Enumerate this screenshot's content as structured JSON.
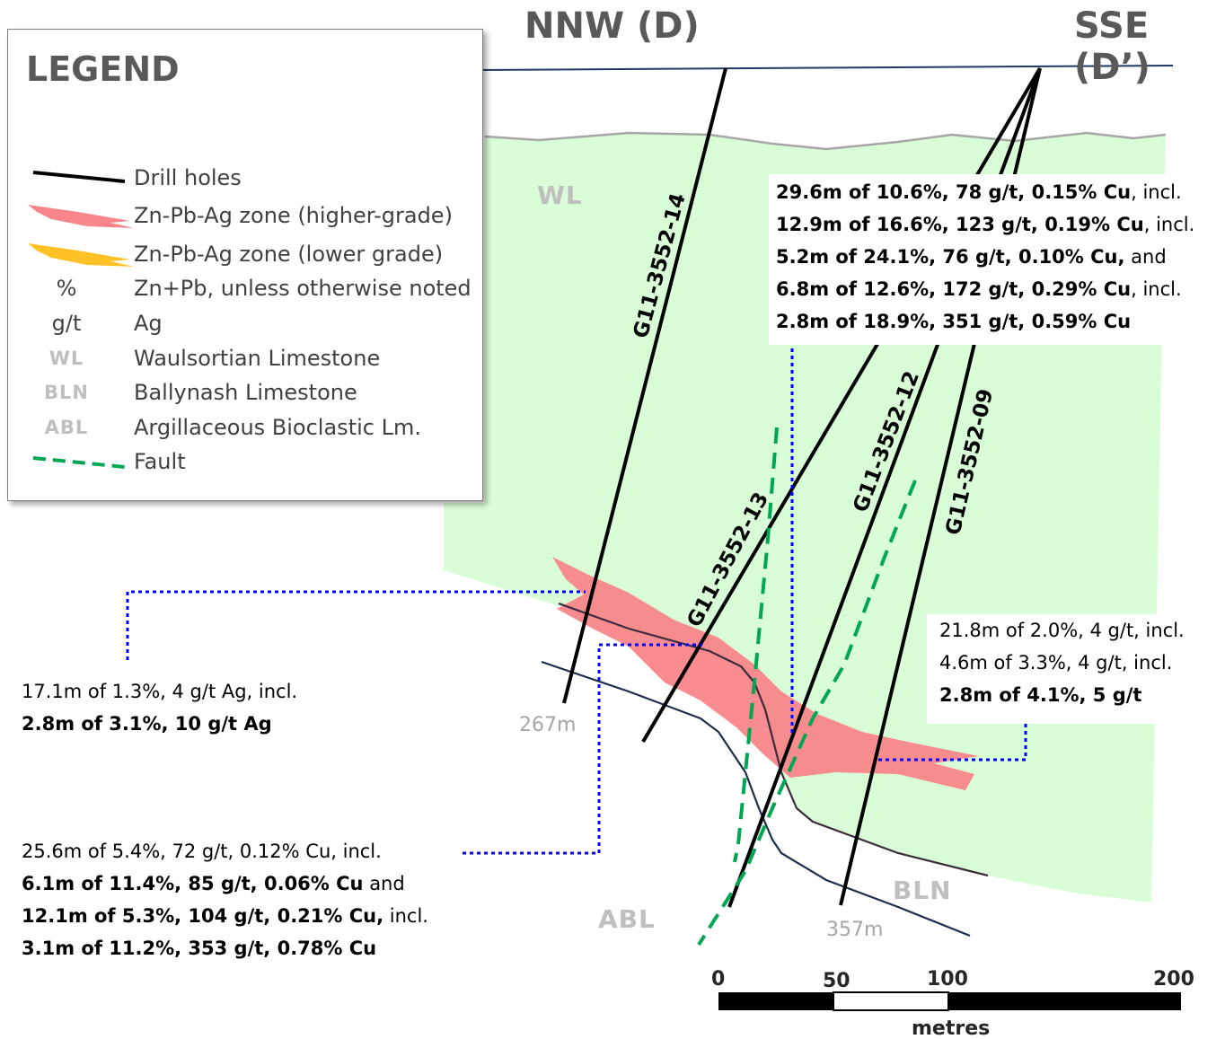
{
  "directions": {
    "left": "NNW (D)",
    "right": "SSE (D’)"
  },
  "legend": {
    "title": "LEGEND",
    "items": [
      {
        "symbol": "line",
        "label": "Drill holes",
        "color": "#000000"
      },
      {
        "symbol": "zone-high",
        "label": "Zn-Pb-Ag zone (higher-grade)",
        "color": "#f9868a"
      },
      {
        "symbol": "zone-low",
        "label": "Zn-Pb-Ag zone (lower grade)",
        "color": "#ffc125"
      },
      {
        "symbol_text": "%",
        "label": "Zn+Pb, unless otherwise noted"
      },
      {
        "symbol_text": "g/t",
        "label": "Ag"
      },
      {
        "symbol_code": "WL",
        "label": "Waulsortian Limestone"
      },
      {
        "symbol_code": "BLN",
        "label": "Ballynash Limestone"
      },
      {
        "symbol_code": "ABL",
        "label": "Argillaceous Bioclastic Lm."
      },
      {
        "symbol": "fault",
        "label": "Fault",
        "color": "#00a651"
      }
    ]
  },
  "units": {
    "wl": "WL",
    "bln": "BLN",
    "abl": "ABL"
  },
  "drill_holes": {
    "h14": "G11-3552-14",
    "h13": "G11-3552-13",
    "h12": "G11-3552-12",
    "h09": "G11-3552-09"
  },
  "depths": {
    "d267": "267m",
    "d357": "357m"
  },
  "intercepts": {
    "upper_right": [
      {
        "bold": "29.6m of 10.6%, 78 g/t, 0.15% Cu",
        "tail": ", incl."
      },
      {
        "bold": "12.9m of 16.6%, 123 g/t, 0.19% Cu",
        "tail": ", incl."
      },
      {
        "bold": "5.2m of 24.1%, 76 g/t, 0.10% Cu,",
        "tail": " and"
      },
      {
        "bold": "6.8m of 12.6%, 172 g/t, 0.29% Cu",
        "tail": ", incl."
      },
      {
        "bold": "2.8m of 18.9%, 351 g/t, 0.59% Cu",
        "tail": ""
      }
    ],
    "right": [
      {
        "normal": "21.8m of 2.0%, 4 g/t, incl."
      },
      {
        "normal": "4.6m of 3.3%, 4 g/t, incl."
      },
      {
        "bold": "2.8m of 4.1%, 5 g/t"
      }
    ],
    "left": [
      {
        "normal": "17.1m of 1.3%, 4 g/t Ag, incl."
      },
      {
        "bold": "2.8m of 3.1%, 10 g/t Ag"
      }
    ],
    "bottom_left": [
      {
        "normal": "25.6m of 5.4%, 72 g/t, 0.12% Cu, incl."
      },
      {
        "bold": "6.1m of 11.4%, 85 g/t, 0.06% Cu",
        "tail": " and"
      },
      {
        "bold": "12.1m of 5.3%, 104 g/t, 0.21% Cu,",
        "tail": " incl."
      },
      {
        "bold": "3.1m of 11.2%, 353 g/t, 0.78% Cu"
      }
    ]
  },
  "scale_bar": {
    "ticks": [
      "0",
      "50",
      "100",
      "200"
    ],
    "unit": "metres"
  },
  "colors": {
    "limestone_fill": "#d9fdd6",
    "zone_high": "#f9868a",
    "fault": "#00a651",
    "callout": "#0000ff",
    "contact": "#1f2d4d",
    "topography": "#1f3864"
  }
}
